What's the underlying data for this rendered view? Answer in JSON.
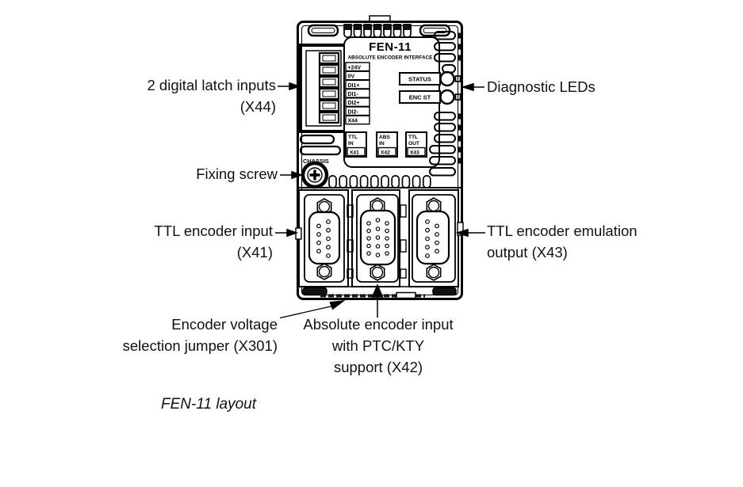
{
  "figure": {
    "caption": "FEN-11 layout"
  },
  "module": {
    "title": "FEN-11",
    "subtitle": "ABSOLUTE ENCODER INTERFACE",
    "terminals": [
      "+24V",
      "0V",
      "DI1+",
      "DI1-",
      "DI2+",
      "DI2-",
      "X44"
    ],
    "leds": [
      {
        "label": "STATUS"
      },
      {
        "label": "ENC ST"
      }
    ],
    "chassis_label": "CHASSIS",
    "connector_tags": [
      {
        "line1": "TTL",
        "line2": "IN",
        "port": "X41"
      },
      {
        "line1": "ABS",
        "line2": "IN",
        "port": "X42"
      },
      {
        "line1": "TTL",
        "line2": "OUT",
        "port": "X43"
      }
    ]
  },
  "callouts": {
    "digital_latch": {
      "line1": "2 digital latch inputs",
      "line2": "(X44)"
    },
    "diagnostic_leds": {
      "line1": "Diagnostic LEDs"
    },
    "fixing_screw": {
      "line1": "Fixing screw"
    },
    "ttl_input": {
      "line1": "TTL encoder input",
      "line2": "(X41)"
    },
    "ttl_output": {
      "line1": "TTL encoder emulation",
      "line2": "output (X43)"
    },
    "jumper": {
      "line1": "Encoder voltage",
      "line2": "selection jumper (X301)"
    },
    "abs_input": {
      "line1": "Absolute encoder input",
      "line2": "with PTC/KTY",
      "line3": "support (X42)"
    }
  },
  "colors": {
    "ink": "#111111",
    "line": "#000000",
    "bg": "#ffffff"
  }
}
